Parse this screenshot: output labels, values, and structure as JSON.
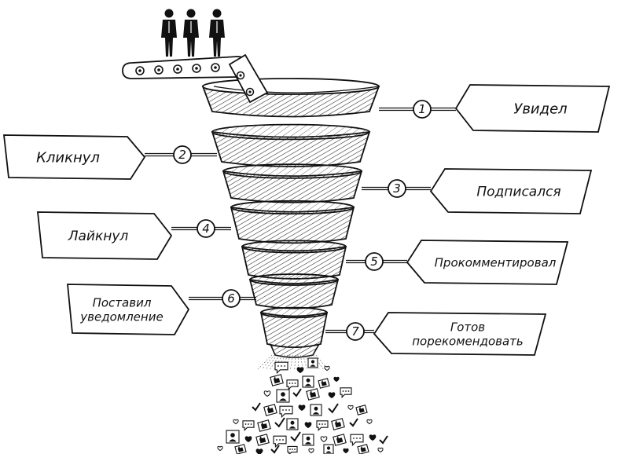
{
  "stages": [
    {
      "number": "1",
      "label_lines": [
        "Увидел"
      ],
      "side": "right"
    },
    {
      "number": "2",
      "label_lines": [
        "Кликнул"
      ],
      "side": "left"
    },
    {
      "number": "3",
      "label_lines": [
        "Подписался"
      ],
      "side": "right"
    },
    {
      "number": "4",
      "label_lines": [
        "Лайкнул"
      ],
      "side": "left"
    },
    {
      "number": "5",
      "label_lines": [
        "Прокомментировал"
      ],
      "side": "right"
    },
    {
      "number": "6",
      "label_lines": [
        "Поставил",
        "уведомление"
      ],
      "side": "left"
    },
    {
      "number": "7",
      "label_lines": [
        "Готов",
        "порекомендовать"
      ],
      "side": "right"
    }
  ],
  "icons": {
    "people": "person-icon",
    "conveyor": "conveyor-belt-icon",
    "funnel": "funnel-icon",
    "pile": [
      "like-icon",
      "heart-icon",
      "comment-icon",
      "checkmark-icon",
      "profile-icon",
      "star-icon"
    ]
  },
  "colors": {
    "ink": "#111111",
    "paper": "#ffffff"
  }
}
